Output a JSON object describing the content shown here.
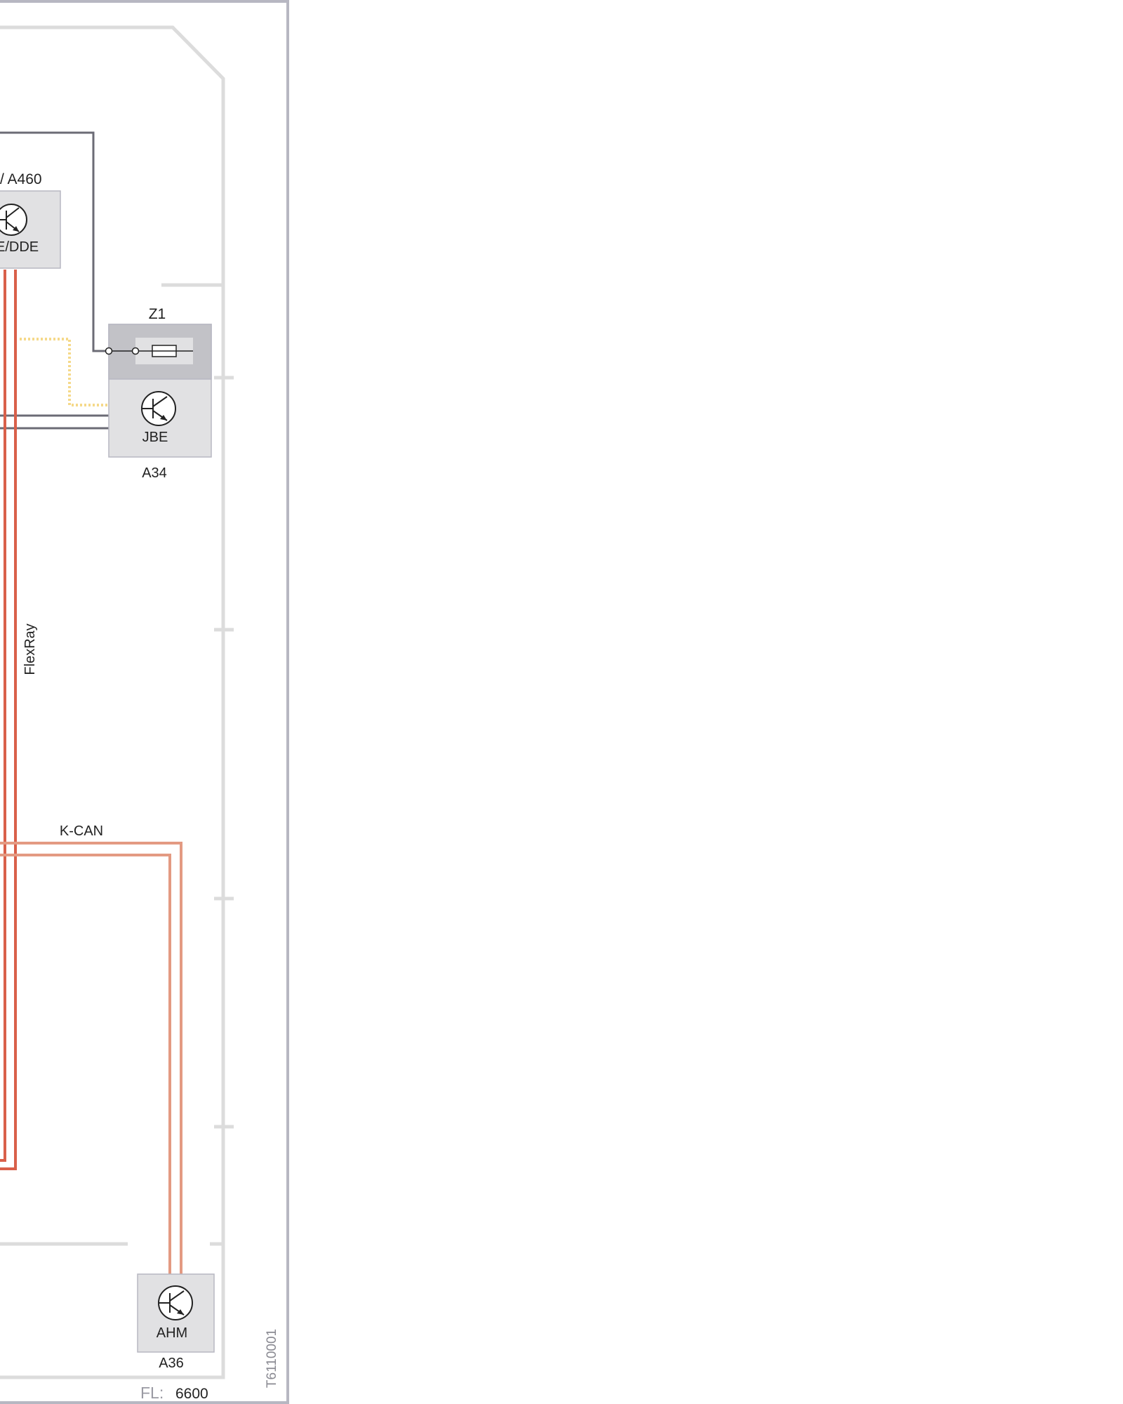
{
  "diagram": {
    "modules": {
      "engine_ecu": {
        "ref_label": "/ A460",
        "name": "E/DDE"
      },
      "jbe": {
        "name": "JBE",
        "ref": "A34"
      },
      "ahm": {
        "name": "AHM",
        "ref": "A36"
      }
    },
    "fuse": {
      "label": "Z1"
    },
    "buses": {
      "flexray": "FlexRay",
      "kcan": "K-CAN"
    },
    "footer": {
      "fl_label": "FL:",
      "fl_value": "6600",
      "doc_id": "T6110001"
    },
    "colors": {
      "flexray": "#d9604a",
      "kcan": "#e39a82",
      "power_line": "#6b6b75",
      "optional_line": "#f5d98a",
      "outline": "#b7b7c2",
      "outline_light": "#dcdcdc",
      "module_fill": "#e1e1e3",
      "fuse_fill": "#c2c2c7"
    }
  }
}
